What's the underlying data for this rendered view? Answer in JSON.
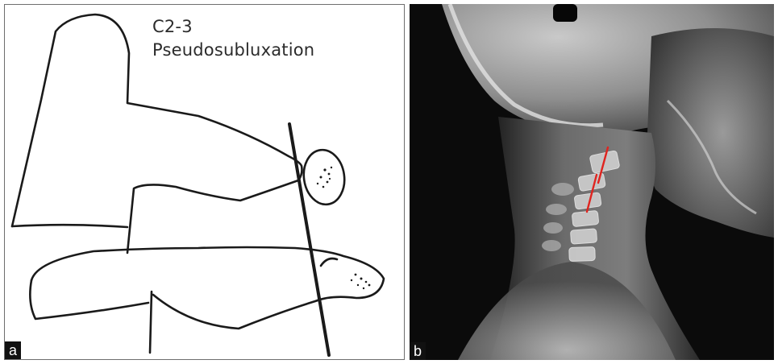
{
  "figure": {
    "panel_a": {
      "label": "a",
      "title_line1": "C2-3",
      "title_line2": "Pseudosubluxation"
    },
    "panel_b": {
      "label": "b"
    }
  },
  "colors": {
    "sketch_ink": "#1a1a1a",
    "xray_background": "#0b0b0b",
    "marker_line": "#e0241f",
    "label_box": "#111111"
  }
}
